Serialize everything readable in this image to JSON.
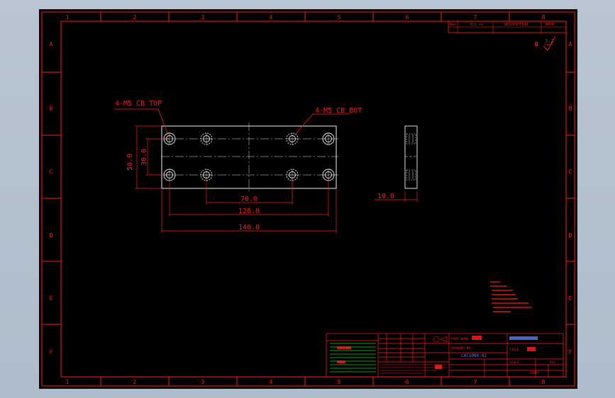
{
  "drawing": {
    "col_labels": [
      "1",
      "2",
      "3",
      "4",
      "5",
      "6",
      "7",
      "8"
    ],
    "row_labels": [
      "A",
      "B",
      "C",
      "D",
      "E",
      "F"
    ],
    "revision_header": [
      "Rev",
      "Eco no",
      "DESCRIPTION",
      "APPR"
    ],
    "roughness_mark": "3.2",
    "view_symbol": "B",
    "callout_top": "4-M5 CB TOP",
    "callout_bot": "4-M5 CB BOT",
    "dim_height_outer": "50.0",
    "dim_height_inner": "30.0",
    "dim_hole_inner": "70.0",
    "dim_hole_outer": "126.0",
    "dim_length": "140.0",
    "dim_thickness": "10.0",
    "part_no": "LXC1000-02",
    "title_labels": {
      "part_name": "PART NAME",
      "drawing_no": "DRAWING NO.",
      "title": "TITLE",
      "scale": "SCALE",
      "sheet": "SHEET",
      "rev": "Rev"
    }
  },
  "colors": {
    "line": "#ff1a1a",
    "part": "#f2f2f2",
    "center": "#e8e8e8",
    "hatch_green": "#19d019",
    "accent_blue": "#5a7dff"
  }
}
